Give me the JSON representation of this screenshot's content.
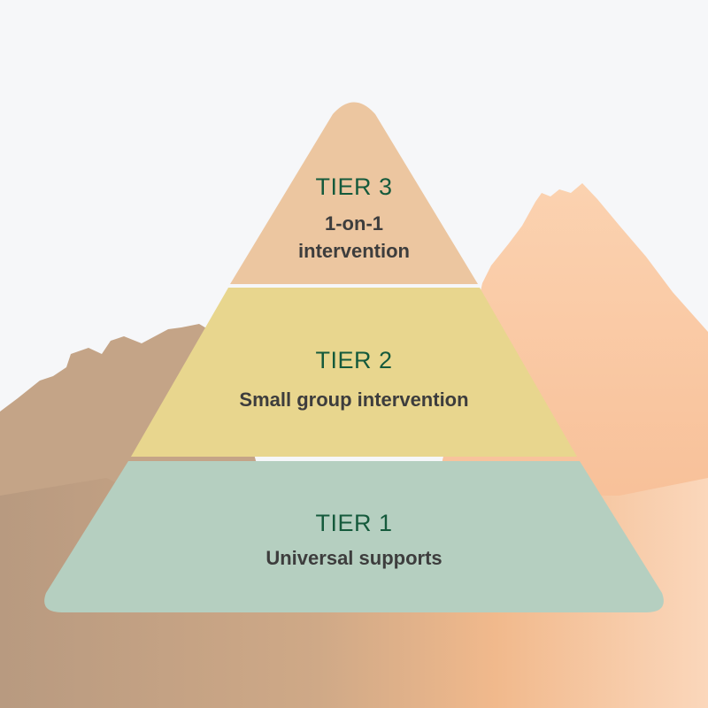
{
  "colors": {
    "background": "#f6f7f9",
    "tier3_fill": "#ecc6a0",
    "tier2_fill": "#e8d68e",
    "tier1_fill": "#b5cfc0",
    "tier_title": "#155a3c",
    "description": "#3d3d3d",
    "mountain_left": "#c9a88a",
    "mountain_right": "#f8c9a0"
  },
  "pyramid": {
    "tiers": [
      {
        "title": "TIER 3",
        "description_lines": [
          "1-on-1",
          "intervention"
        ]
      },
      {
        "title": "TIER 2",
        "description": "Small group intervention"
      },
      {
        "title": "TIER 1",
        "description": "Universal supports"
      }
    ]
  }
}
